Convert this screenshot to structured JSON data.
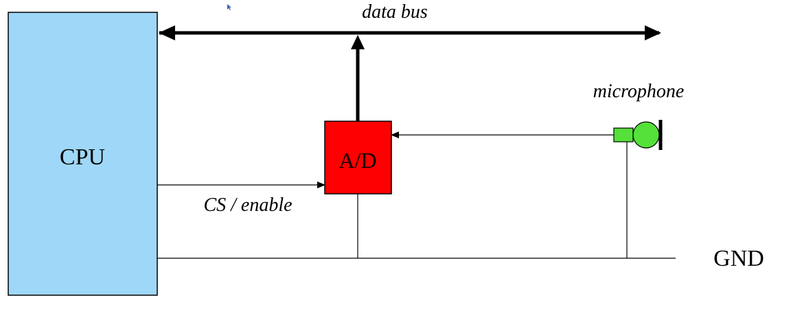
{
  "diagram": {
    "blocks": {
      "cpu": {
        "label": "CPU",
        "fill": "#9fd7f8"
      },
      "adc": {
        "label": "A/D",
        "fill": "#ff0000"
      }
    },
    "labels": {
      "data_bus": "data bus",
      "cs_enable": "CS / enable",
      "microphone": "microphone",
      "gnd": "GND"
    },
    "colors": {
      "microphone": "#55e03a",
      "line": "#000000"
    }
  }
}
